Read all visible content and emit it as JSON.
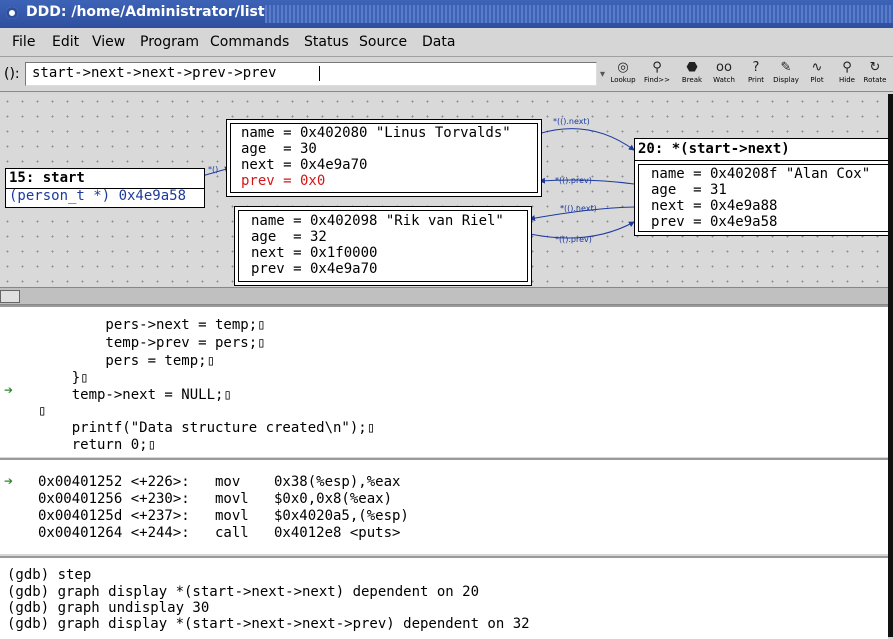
{
  "window": {
    "title": "DDD: /home/Administrator/list.c"
  },
  "menu": [
    "File",
    "Edit",
    "View",
    "Program",
    "Commands",
    "Status",
    "Source",
    "Data"
  ],
  "argument": {
    "label": "():",
    "value": "start->next->next->prev->prev"
  },
  "toolbar": [
    "Lookup",
    "Find>>",
    "Break",
    "Watch",
    "Print",
    "Display",
    "Plot",
    "Hide",
    "Rotate"
  ],
  "graph": {
    "start": {
      "title": "15: start",
      "value": "(person_t *) 0x4e9a58"
    },
    "node30": {
      "name": "name = 0x402080 \"Linus Torvalds\"",
      "age": "age  = 30",
      "next": "next = 0x4e9a70",
      "prev": "prev = 0x0"
    },
    "node32": {
      "name": "name = 0x402098 \"Rik van Riel\"",
      "age": "age  = 32",
      "next": "next = 0x1f0000",
      "prev": "prev = 0x4e9a70"
    },
    "node20": {
      "title": "20: *(start->next)",
      "name": "name = 0x40208f \"Alan Cox\"",
      "age": "age  = 31",
      "next": "next = 0x4e9a88",
      "prev": "prev = 0x4e9a58"
    },
    "edges": {
      "e1": "*(().next)",
      "e2": "*(().prev)",
      "e3": "*(().next)",
      "e4": "*(().prev)",
      "e5": "*()"
    }
  },
  "source": [
    "        pers->next = temp;▯",
    "        temp->prev = pers;▯",
    "        pers = temp;▯",
    "    }▯",
    "    temp->next = NULL;▯",
    "▯",
    "    printf(\"Data structure created\\n\");▯",
    "    return 0;▯"
  ],
  "asm": [
    "0x00401252 <+226>:   mov    0x38(%esp),%eax",
    "0x00401256 <+230>:   movl   $0x0,0x8(%eax)",
    "0x0040125d <+237>:   movl   $0x4020a5,(%esp)",
    "0x00401264 <+244>:   call   0x4012e8 <puts>"
  ],
  "console": [
    "(gdb) step",
    "(gdb) graph display *(start->next->next) dependent on 20",
    "(gdb) graph undisplay 30",
    "(gdb) graph display *(start->next->next->prev) dependent on 32"
  ]
}
